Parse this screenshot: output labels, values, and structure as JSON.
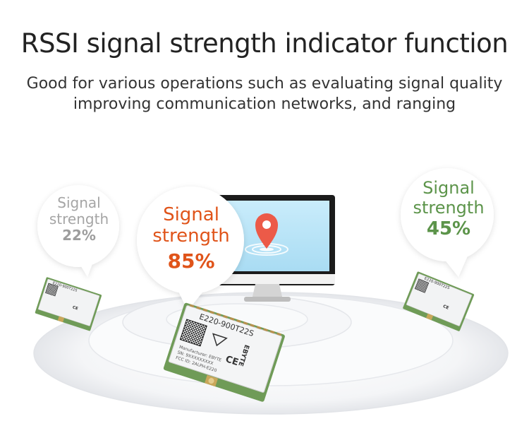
{
  "header": {
    "title": "RSSI signal strength indicator function",
    "subtitle_line1": "Good for various operations such as evaluating signal quality",
    "subtitle_line2": "improving communication networks, and ranging"
  },
  "bubbles": {
    "left": {
      "label_line1": "Signal",
      "label_line2": "strength",
      "percent": "22%",
      "value": 22
    },
    "center": {
      "label_line1": "Signal",
      "label_line2": "strength",
      "percent": "85%",
      "value": 85
    },
    "right": {
      "label_line1": "Signal",
      "label_line2": "strength",
      "percent": "45%",
      "value": 45
    }
  },
  "module": {
    "model": "E220-900T22S",
    "brand": "EBYTE",
    "ce_mark": "CE",
    "fine_print": [
      "Manufacturer: EBYTE",
      "SN: 9XXXXXXXXX",
      "FCC ID: 2ALPH-E220"
    ]
  },
  "colors": {
    "accent_orange": "#e0541a",
    "accent_green": "#5c944a",
    "muted_gray": "#a5a5a5",
    "screen_blue": "#bfe7f8",
    "pin_red": "#ec5a48",
    "pcb_green": "#6f9b57"
  },
  "icons": [
    "map-pin-icon",
    "monitor",
    "lora-module"
  ]
}
